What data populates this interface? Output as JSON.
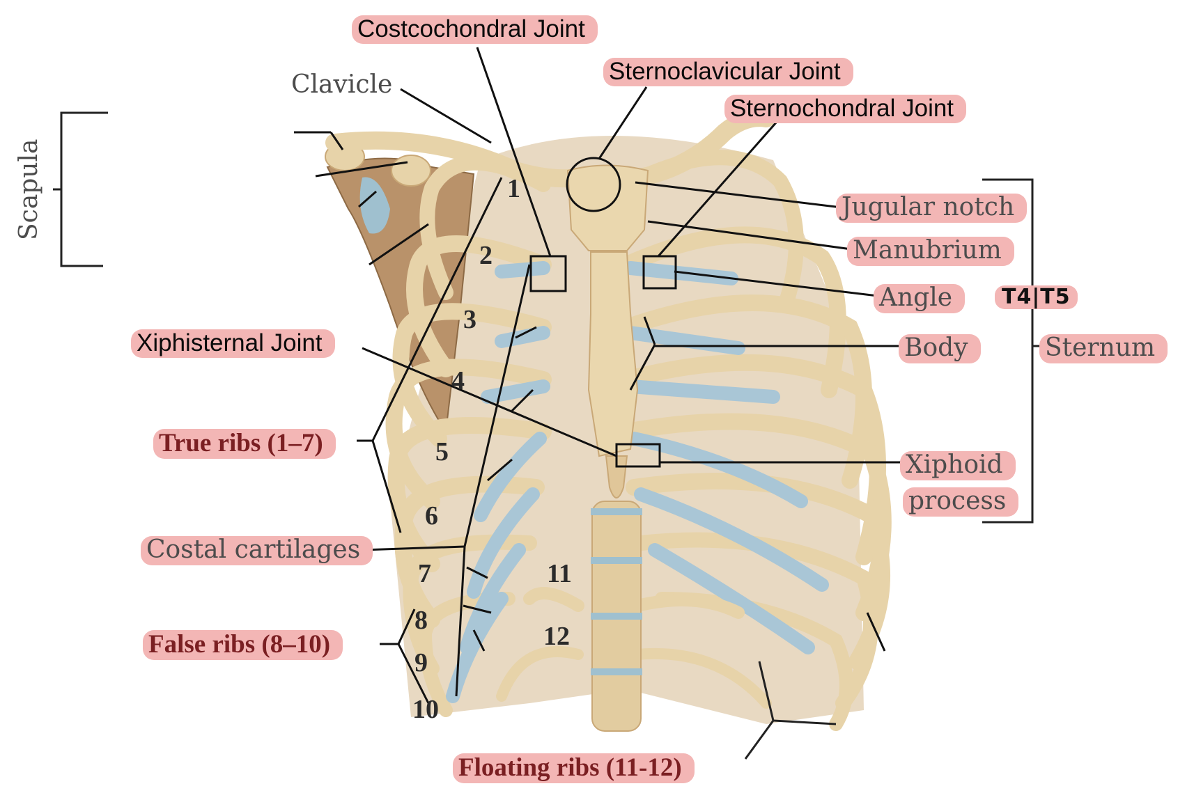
{
  "colors": {
    "bone": "#e7d3a9",
    "bone_shadow": "#c9a877",
    "cartilage": "#a9c6d6",
    "cavity": "#7d5f3d",
    "highlight": "#f3b6b5",
    "line": "#111111",
    "vertebra_disc": "#9fc0cf"
  },
  "labels": {
    "costochondral_joint": "Costcochondral Joint",
    "sternoclavicular_joint": "Sternoclavicular Joint",
    "sternochondral_joint": "Sternochondral Joint",
    "clavicle": "Clavicle",
    "scapula": "Scapula",
    "jugular_notch": "Jugular notch",
    "manubrium": "Manubrium",
    "angle": "Angle",
    "angle_note": "T4|T5",
    "body": "Body",
    "sternum": "Sternum",
    "xiphisternal_joint": "Xiphisternal Joint",
    "true_ribs": "True ribs (1–7)",
    "costal_cartilages": "Costal cartilages",
    "xiphoid_process_line1": "Xiphoid",
    "xiphoid_process_line2": "process",
    "false_ribs": "False ribs (8–10)",
    "floating_ribs": "Floating ribs (11-12)"
  },
  "rib_numbers": [
    "1",
    "2",
    "3",
    "4",
    "5",
    "6",
    "7",
    "8",
    "9",
    "10",
    "11",
    "12"
  ]
}
